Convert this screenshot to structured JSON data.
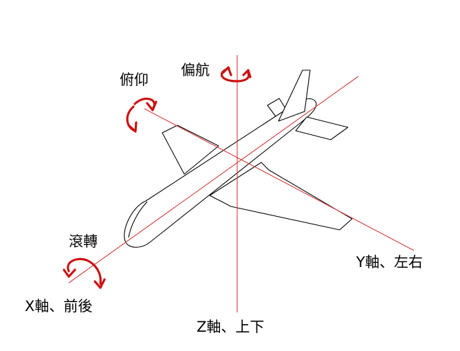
{
  "labels": {
    "yaw": "偏航",
    "pitch": "俯仰",
    "roll": "滾轉",
    "x_axis": "X軸、前後",
    "y_axis": "Y軸、左右",
    "z_axis": "Z軸、上下"
  },
  "icons": {
    "yaw": "rotation-arrow-icon",
    "pitch": "rotation-arrow-icon",
    "roll": "rotation-arrow-icon"
  },
  "colors": {
    "axis": "#d43a3a",
    "arrow": "#cc1111",
    "outline": "#000000",
    "text": "#000000"
  }
}
